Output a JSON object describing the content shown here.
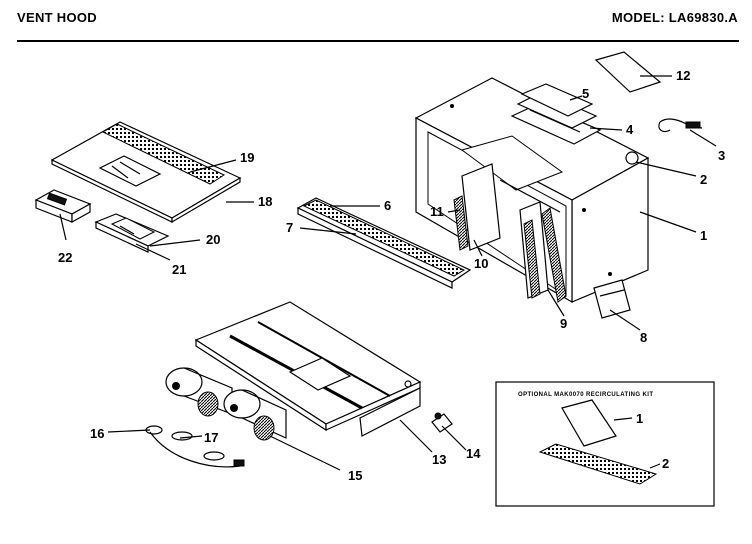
{
  "header": {
    "title": "VENT HOOD",
    "model": "MODEL: LA69830.A"
  },
  "kit": {
    "title": "OPTIONAL MAK0070 RECIRCULATING KIT",
    "labels": [
      "1",
      "2"
    ]
  },
  "part_labels": [
    "1",
    "2",
    "3",
    "4",
    "5",
    "6",
    "7",
    "8",
    "9",
    "10",
    "11",
    "12",
    "13",
    "14",
    "15",
    "16",
    "17",
    "18",
    "19",
    "20",
    "21",
    "22"
  ]
}
